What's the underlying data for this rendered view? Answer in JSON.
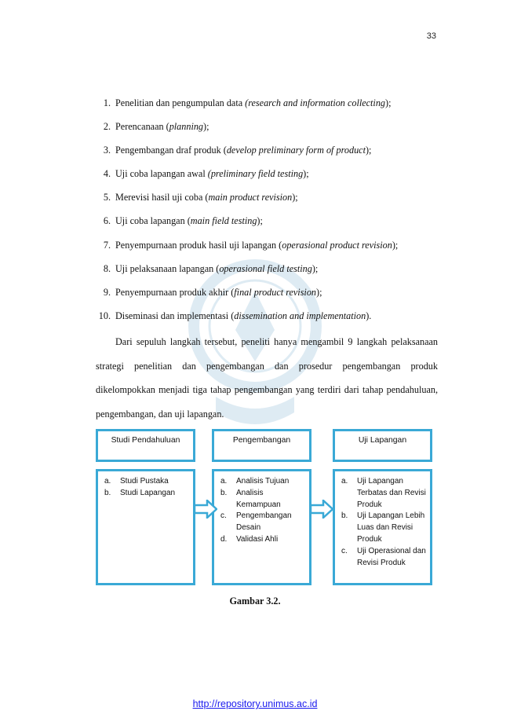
{
  "page": {
    "number": "33"
  },
  "steps": [
    {
      "num": "1.",
      "text": "Penelitian dan pengumpulan data ",
      "term": "(research and information collecting",
      "tail": ");"
    },
    {
      "num": "2.",
      "text": "Perencanaan (",
      "term": "planning",
      "tail": ");"
    },
    {
      "num": "3.",
      "text": "Pengembangan draf produk (",
      "term": "develop preliminary form of product",
      "tail": ");"
    },
    {
      "num": "4.",
      "text": "Uji coba lapangan awal ",
      "term": "(preliminary field testing",
      "tail": ");"
    },
    {
      "num": "5.",
      "text": "Merevisi hasil uji coba (",
      "term": "main product revision",
      "tail": ");"
    },
    {
      "num": "6.",
      "text": "Uji coba lapangan (",
      "term": "main field testing",
      "tail": ");"
    },
    {
      "num": "7.",
      "text": "Penyempurnaan produk hasil uji lapangan (",
      "term": "operasional product revision",
      "tail": ");"
    },
    {
      "num": "8.",
      "text": "Uji pelaksanaan lapangan (",
      "term": "operasional field testing",
      "tail": ");"
    },
    {
      "num": "9.",
      "text": "Penyempurnaan produk akhir (",
      "term": "final product revision",
      "tail": ");"
    },
    {
      "num": "10.",
      "text": "Diseminasi dan implementasi (",
      "term": "dissemination and implementation",
      "tail": ")."
    }
  ],
  "paragraph": "Dari sepuluh langkah tersebut, peneliti hanya mengambil 9 langkah pelaksanaan strategi penelitian dan pengembangan dan prosedur pengembangan produk dikelompokkan menjadi tiga tahap pengembangan yang terdiri dari tahap pendahuluan, pengembangan, dan uji lapangan.",
  "diagram": {
    "stages": [
      {
        "title": "Studi Pendahuluan",
        "items": [
          {
            "mark": "a.",
            "text": "Studi Pustaka"
          },
          {
            "mark": "b.",
            "text": "Studi Lapangan"
          }
        ]
      },
      {
        "title": "Pengembangan",
        "items": [
          {
            "mark": "a.",
            "text": "Analisis Tujuan"
          },
          {
            "mark": "b.",
            "text": "Analisis Kemampuan"
          },
          {
            "mark": "c.",
            "text": "Pengembangan Desain"
          },
          {
            "mark": "d.",
            "text": "Validasi Ahli"
          }
        ]
      },
      {
        "title": "Uji Lapangan",
        "items": [
          {
            "mark": "a.",
            "text": "Uji Lapangan Terbatas dan Revisi Produk"
          },
          {
            "mark": "b.",
            "text": "Uji Lapangan Lebih Luas dan Revisi Produk"
          },
          {
            "mark": "c.",
            "text": "Uji Operasional dan Revisi Produk"
          }
        ]
      }
    ],
    "border_color": "#3aa9d6",
    "icons": [
      "right-arrow-icon",
      "right-arrow-icon"
    ]
  },
  "caption": "Gambar 3.2.",
  "footer": {
    "link": "http://repository.unimus.ac.id",
    "link_color": "#1a1aee"
  }
}
